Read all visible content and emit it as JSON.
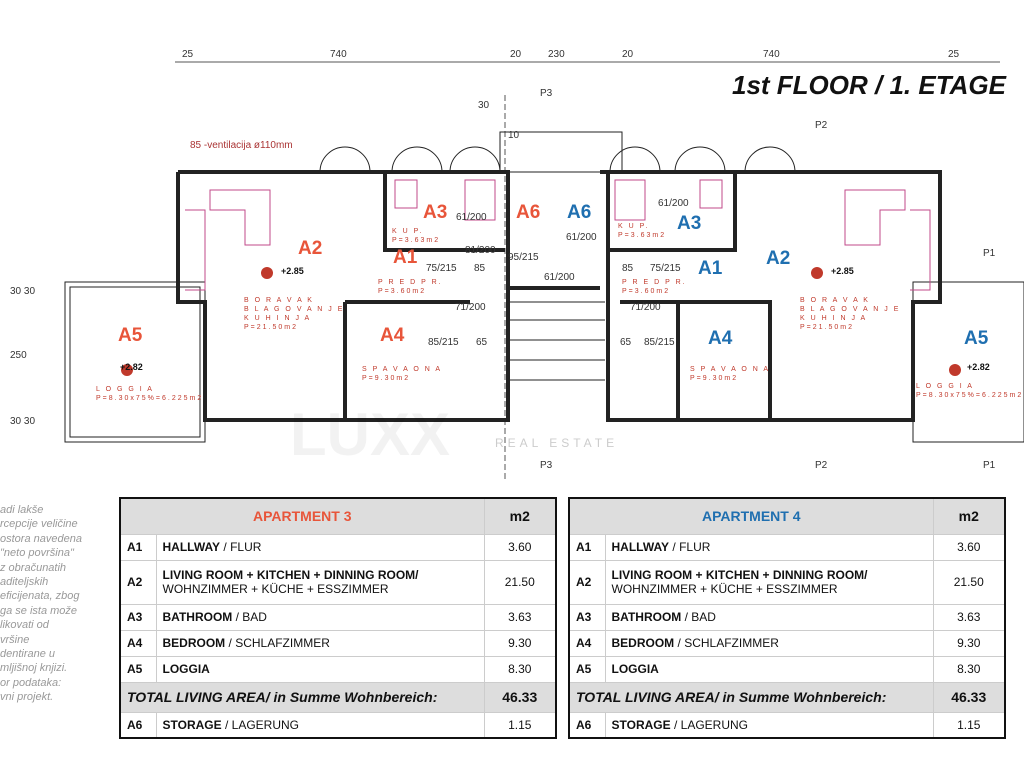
{
  "title": "1st FLOOR / 1. ETAGE",
  "dimensions": {
    "d25a": "25",
    "d740a": "740",
    "d20a": "20",
    "d230": "230",
    "d20b": "20",
    "d740b": "740",
    "d25b": "25",
    "d85": "85 -ventilacija ø110mm",
    "d30": "30",
    "d10": "10",
    "d250": "250",
    "d3030a": "30 30",
    "d3030b": "30 30"
  },
  "sections": {
    "p3": "P3",
    "p2": "P2",
    "p1": "P1"
  },
  "plan_left": {
    "A1": "A1",
    "A2": "A2",
    "A3": "A3",
    "A4": "A4",
    "A5": "A5",
    "A6": "A6",
    "a3_text": "K U P.\nP=3.63m2",
    "a1_text": "P R E D P R.\nP=3.60m2",
    "a2_text": "B O R A V A K\nB L A G O V A N J E\nK U H I N J A\nP=21.50m2",
    "a4_text": "S P A V A O N A\nP=9.30m2",
    "a5_text": "L O G G I A\nP=8.30x75%=6.225m2",
    "elev_a2": "+2.85",
    "elev_a5": "+2.82",
    "door1": "61/200",
    "door2": "75/215",
    "door3": "85",
    "door4": "81/200",
    "door5": "71/200",
    "door6": "85/215",
    "door7": "65",
    "door8": "95/215",
    "door9": "61/200"
  },
  "plan_right": {
    "A1": "A1",
    "A2": "A2",
    "A3": "A3",
    "A4": "A4",
    "A5": "A5",
    "A6": "A6",
    "a3_text": "K U P.\nP=3.63m2",
    "a1_text": "P R E D P R.\nP=3.60m2",
    "a2_text": "B O R A V A K\nB L A G O V A N J E\nK U H I N J A\nP=21.50m2",
    "a4_text": "S P A V A O N A\nP=9.30m2",
    "a5_text": "L O G G I A\nP=8.30x75%=6.225m2",
    "elev_a2": "+2.85",
    "elev_a5": "+2.82",
    "door1": "61/200",
    "door2": "75/215",
    "door3": "85",
    "door4": "61/200",
    "door5": "71/200",
    "door6": "85/215",
    "door7": "65"
  },
  "watermark": "REAL ESTATE",
  "note_lines": [
    "adi lakše",
    "rcepcije veličine",
    "ostora navedena",
    "\"neto površina\"",
    "z obračunatih",
    "aditeljskih",
    "eficijenata, zbog",
    "ga se ista može",
    "likovati od",
    "vršine",
    "dentirane u",
    "mljišnoj knjizi.",
    "or podataka:",
    "vni projekt."
  ],
  "colors": {
    "apt3": "#e8553a",
    "apt4": "#1f6fb0"
  },
  "tables": [
    {
      "title": "APARTMENT 3",
      "unit": "m2",
      "rows": [
        {
          "code": "A1",
          "en": "HALLWAY",
          "de": "FLUR",
          "value": "3.60"
        },
        {
          "code": "A2",
          "en": "LIVING ROOM + KITCHEN + DINNING ROOM/",
          "de": "WOHNZIMMER + KÜCHE + ESSZIMMER",
          "value": "21.50"
        },
        {
          "code": "A3",
          "en": "BATHROOM",
          "de": "BAD",
          "value": "3.63"
        },
        {
          "code": "A4",
          "en": "BEDROOM",
          "de": "SCHLAFZIMMER",
          "value": "9.30"
        },
        {
          "code": "A5",
          "en": "LOGGIA",
          "de": "",
          "value": "8.30"
        }
      ],
      "total_label": "TOTAL LIVING AREA/ in Summe Wohnbereich:",
      "total": "46.33",
      "extra": {
        "code": "A6",
        "en": "STORAGE",
        "de": "LAGERUNG",
        "value": "1.15"
      }
    },
    {
      "title": "APARTMENT 4",
      "unit": "m2",
      "rows": [
        {
          "code": "A1",
          "en": "HALLWAY",
          "de": "FLUR",
          "value": "3.60"
        },
        {
          "code": "A2",
          "en": "LIVING ROOM + KITCHEN + DINNING ROOM/",
          "de": "WOHNZIMMER + KÜCHE + ESSZIMMER",
          "value": "21.50"
        },
        {
          "code": "A3",
          "en": "BATHROOM",
          "de": "BAD",
          "value": "3.63"
        },
        {
          "code": "A4",
          "en": "BEDROOM",
          "de": "SCHLAFZIMMER",
          "value": "9.30"
        },
        {
          "code": "A5",
          "en": "LOGGIA",
          "de": "",
          "value": "8.30"
        }
      ],
      "total_label": "TOTAL LIVING AREA/ in Summe Wohnbereich:",
      "total": "46.33",
      "extra": {
        "code": "A6",
        "en": "STORAGE",
        "de": "LAGERUNG",
        "value": "1.15"
      }
    }
  ]
}
